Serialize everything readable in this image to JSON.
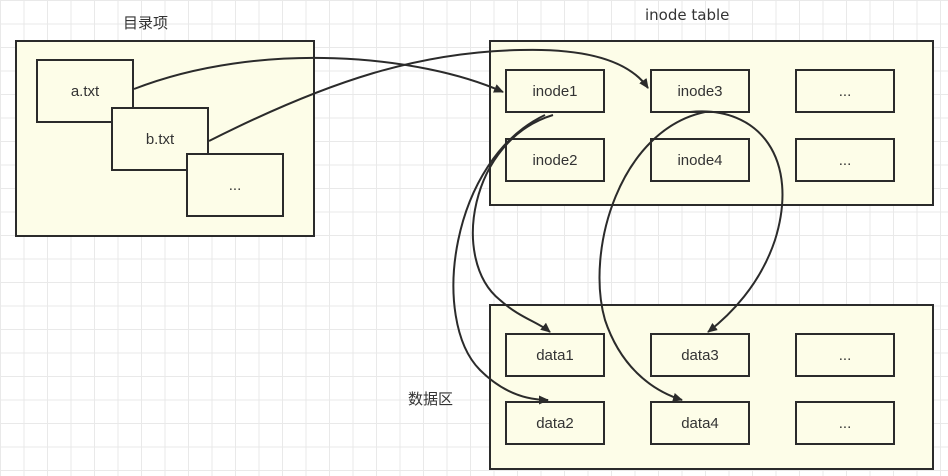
{
  "labels": {
    "directory": "目录项",
    "inode_table": "inode table",
    "data_area": "数据区"
  },
  "directory_entries": [
    "a.txt",
    "b.txt",
    "..."
  ],
  "inodes": [
    "inode1",
    "inode3",
    "...",
    "inode2",
    "inode4",
    "..."
  ],
  "data_blocks": [
    "data1",
    "data3",
    "...",
    "data2",
    "data4",
    "..."
  ],
  "colors": {
    "box_fill": "#fdfde8",
    "stroke": "#2b2b2b",
    "grid": "#e9e9e9"
  }
}
